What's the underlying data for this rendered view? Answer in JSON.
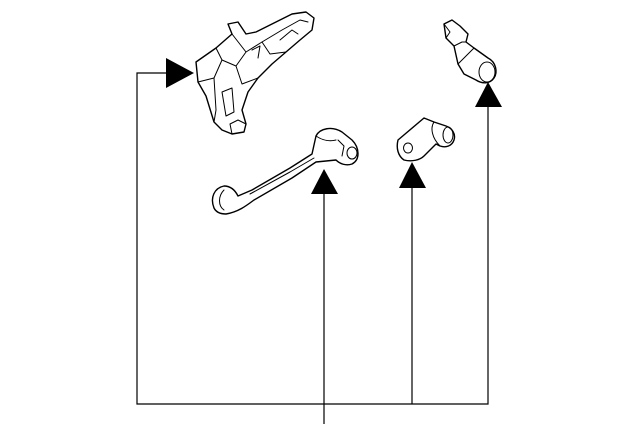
{
  "diagram": {
    "parts": [
      {
        "id": "bracket",
        "icon": "door-latch-bracket-icon"
      },
      {
        "id": "rod",
        "icon": "control-rod-icon"
      },
      {
        "id": "lever",
        "icon": "lever-clip-icon"
      },
      {
        "id": "connector",
        "icon": "rod-connector-icon"
      }
    ],
    "colors": {
      "line": "#000000",
      "fill": "#ffffff",
      "background": "#ffffff"
    }
  }
}
